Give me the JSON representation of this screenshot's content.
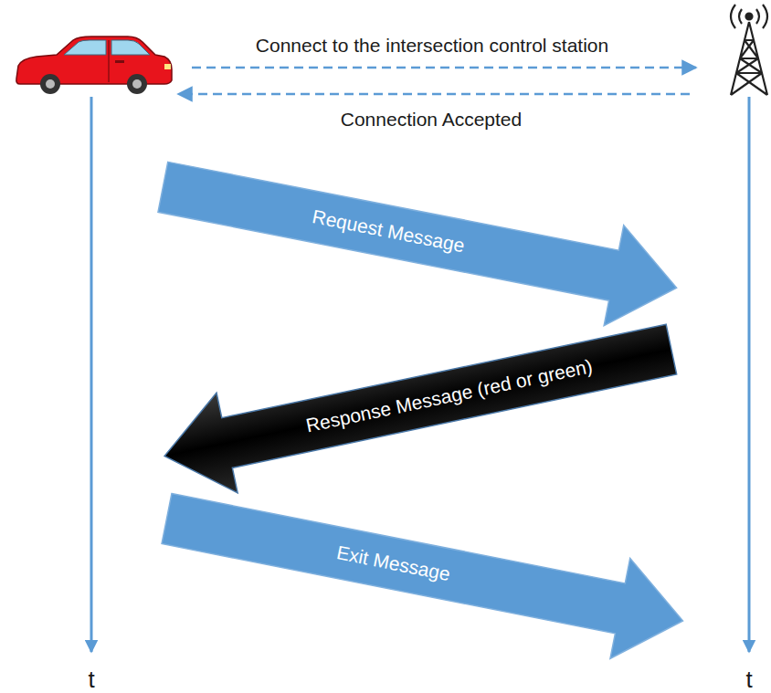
{
  "diagram": {
    "nodes": [
      {
        "text": [
          "Request Message"
        ]
      },
      {
        "text": [
          "Response Message (red or green)"
        ]
      },
      {
        "text": [
          "Exit Message"
        ]
      }
    ],
    "labels": [
      "Connect to the intersection control station",
      "Connection Accepted",
      "t",
      "t"
    ]
  }
}
